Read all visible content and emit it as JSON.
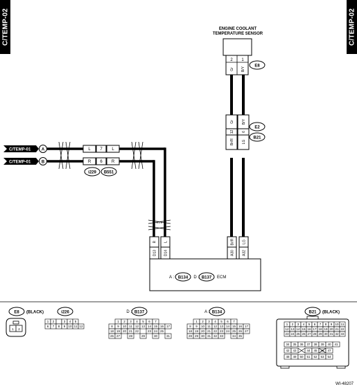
{
  "side_tags": {
    "left": "C/TEMP-02",
    "right": "C/TEMP-02"
  },
  "sensor": {
    "title_line1": "ENGINE COOLANT",
    "title_line2": "TEMPERATURE SENSOR"
  },
  "sensor_pins": {
    "p2": "2",
    "p1": "1",
    "w_gr": "Gr",
    "w_by": "B/Y"
  },
  "conn_labels": {
    "e8": "E8",
    "e2": "E2",
    "b21": "B21",
    "i229": "i229",
    "b551": "B551"
  },
  "mid_conn": {
    "w_gr": "Gr",
    "w_by": "B/Y",
    "p12": "12",
    "p6": "6",
    "w_brr": "Br/R",
    "w_lg": "LG"
  },
  "inputs": {
    "a_text": "C/TEMP-01",
    "a_letter": "A",
    "b_text": "C/TEMP-01",
    "b_letter": "B"
  },
  "inline_conn": {
    "l1": "L",
    "p7": "7",
    "l2": "L",
    "r1": "R",
    "p6": "6",
    "r2": "R"
  },
  "ecm_pins": {
    "d_r": "R",
    "d_pin": "D13",
    "d_l": "L",
    "d_pin2": "D14",
    "a_brr": "Br/R",
    "a_pin": "A30",
    "a_lg": "LG",
    "a_pin2": "A32"
  },
  "ecm": {
    "a_prefix": "A :",
    "a_conn": "B134",
    "d_prefix": "D :",
    "d_conn": "B137",
    "name": "ECM"
  },
  "legend": {
    "e8_label": "E8",
    "e8_color": "(BLACK)",
    "e8_pins": [
      "1",
      "2"
    ],
    "i226_label": "i226",
    "i226_row1": [
      "1",
      "2",
      "",
      "3",
      "4",
      "5"
    ],
    "i226_row2": [
      "6",
      "7",
      "8",
      "9",
      "10",
      "11",
      "12"
    ],
    "d_prefix": "D :",
    "d_conn": "B137",
    "d_row1": [
      "1",
      "2",
      "3",
      "4",
      "5",
      "6",
      "7"
    ],
    "d_row2": [
      "8",
      "9",
      "10",
      "11",
      "12",
      "13",
      "14",
      "15",
      "16",
      "17"
    ],
    "d_row3": [
      "18",
      "19",
      "20",
      "21",
      "22",
      "23",
      "24",
      "25"
    ],
    "d_row4": [
      "26",
      "27",
      "28",
      "29",
      "30",
      "31"
    ],
    "a_prefix": "A :",
    "a_conn": "B134",
    "a_row1": [
      "1",
      "2",
      "3",
      "4",
      "5",
      "6",
      "7"
    ],
    "a_row2": [
      "8",
      "9",
      "10",
      "11",
      "12",
      "13",
      "14",
      "15",
      "16",
      "17"
    ],
    "a_row3": [
      "18",
      "19",
      "20",
      "21",
      "22",
      "23",
      "24",
      "25",
      "26",
      "27"
    ],
    "a_row4": [
      "28",
      "29",
      "30",
      "31",
      "32",
      "33",
      "34",
      "35"
    ],
    "b21_label": "B21",
    "b21_color": "(BLACK)",
    "b21_row1": [
      "1",
      "2",
      "3",
      "4",
      "5",
      "6",
      "7",
      "8",
      "9",
      "10",
      "11"
    ],
    "b21_row2": [
      "12",
      "13",
      "14",
      "15",
      "16",
      "17",
      "18",
      "19",
      "20",
      "21",
      "22"
    ],
    "b21_row3": [
      "23",
      "24",
      "25",
      "26",
      "27",
      "28",
      "29",
      "30",
      "31",
      "32",
      "33"
    ],
    "b21_row4": [
      "34",
      "35",
      "36",
      "37",
      "38",
      "39",
      "40",
      "41"
    ],
    "b21_row5": [
      "42",
      "43",
      "44",
      "45",
      "46",
      "47"
    ],
    "b21_row6": [
      "48",
      "49",
      "50",
      "51",
      "52",
      "53",
      "54"
    ]
  },
  "figure_id": "WI-48207"
}
